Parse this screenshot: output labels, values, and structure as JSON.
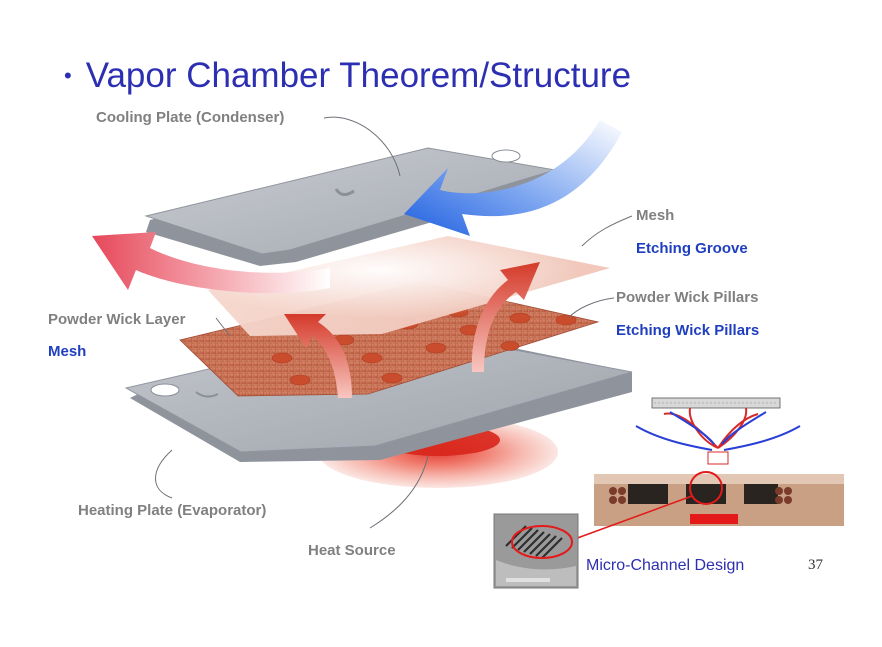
{
  "slide": {
    "bullet": "•",
    "title": "Vapor Chamber Theorem/Structure",
    "page_number": "37"
  },
  "labels": {
    "cooling_plate": "Cooling Plate (Condenser)",
    "mesh_top": "Mesh",
    "etching_groove": "Etching Groove",
    "powder_wick_pillars": "Powder Wick Pillars",
    "etching_wick_pillars": "Etching Wick Pillars",
    "powder_wick_layer": "Powder Wick Layer",
    "mesh_left": "Mesh",
    "heating_plate": "Heating Plate (Evaporator)",
    "heat_source": "Heat Source",
    "micro_channel": "Micro-Channel Design"
  },
  "colors": {
    "title_blue": "#2d2fb2",
    "label_gray": "#808080",
    "label_blue": "#1f3fbf",
    "plate_gray": "#b4b8bf",
    "wick_copper": "#c56a4f",
    "vapor_red": "#e8485c",
    "coolant_blue": "#2f6fe0"
  }
}
